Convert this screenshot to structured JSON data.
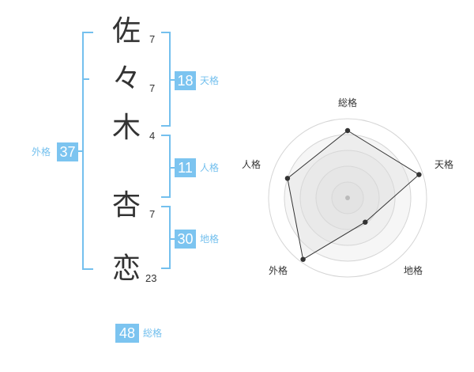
{
  "name_chars": [
    {
      "char": "佐",
      "strokes": "7"
    },
    {
      "char": "々",
      "strokes": "7"
    },
    {
      "char": "木",
      "strokes": "4"
    },
    {
      "char": "杏",
      "strokes": "7"
    },
    {
      "char": "恋",
      "strokes": "23"
    }
  ],
  "kaku": {
    "tenkaku": {
      "value": "18",
      "label": "天格"
    },
    "jinkaku": {
      "value": "11",
      "label": "人格"
    },
    "chikaku": {
      "value": "30",
      "label": "地格"
    },
    "gaikaku": {
      "value": "37",
      "label": "外格"
    },
    "soukaku": {
      "value": "48",
      "label": "総格"
    }
  },
  "colors": {
    "accent": "#74c0ee",
    "badge_bg": "#7cc4f0",
    "text": "#333333"
  },
  "chart_data": {
    "type": "radar",
    "axes": [
      "総格",
      "天格",
      "地格",
      "外格",
      "人格"
    ],
    "rings": 5,
    "values": [
      0.85,
      0.95,
      0.38,
      0.96,
      0.8
    ],
    "range": [
      0,
      1
    ]
  }
}
